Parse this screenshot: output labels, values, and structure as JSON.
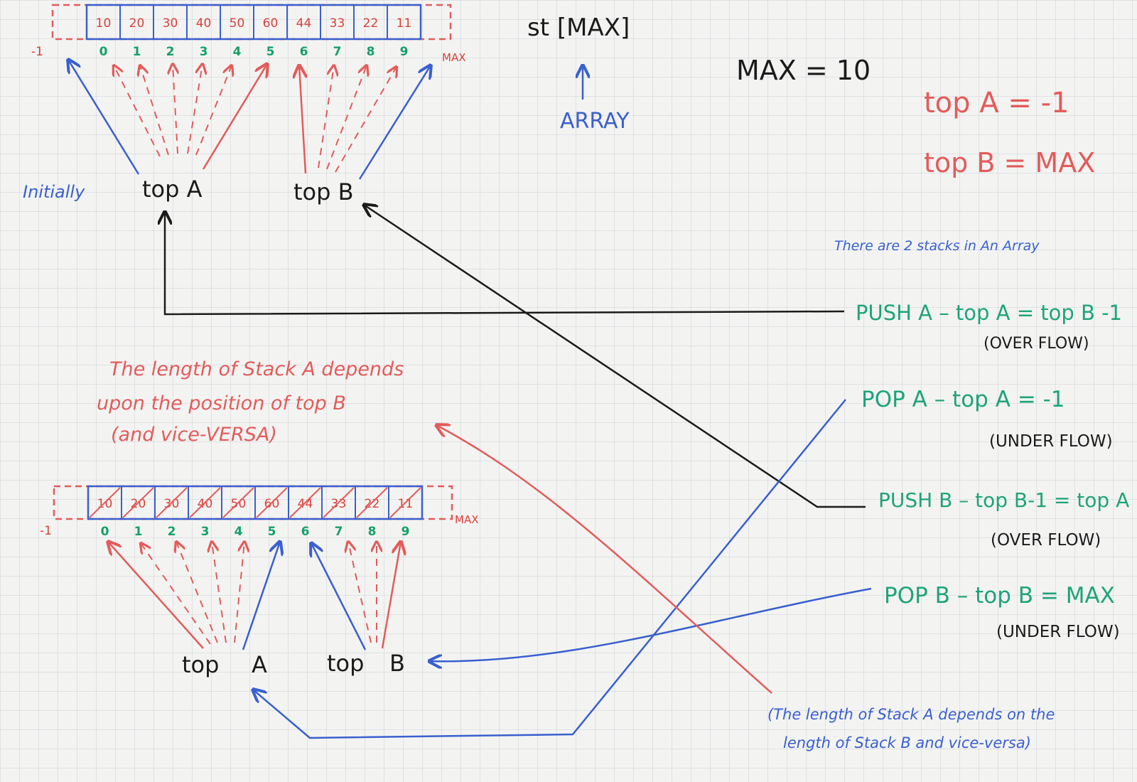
{
  "colors": {
    "red": "#e35b5b",
    "blue": "#3a5fcf",
    "green": "#1fa37a",
    "black": "#1b1b1b"
  },
  "top_array": {
    "values": [
      "10",
      "20",
      "30",
      "40",
      "50",
      "60",
      "44",
      "33",
      "22",
      "11"
    ],
    "indices": [
      "0",
      "1",
      "2",
      "3",
      "4",
      "5",
      "6",
      "7",
      "8",
      "9"
    ],
    "left_label": "-1",
    "right_label": "MAX"
  },
  "bottom_array": {
    "values": [
      "10",
      "20",
      "30",
      "40",
      "50",
      "60",
      "44",
      "33",
      "22",
      "11"
    ],
    "indices": [
      "0",
      "1",
      "2",
      "3",
      "4",
      "5",
      "6",
      "7",
      "8",
      "9"
    ],
    "left_label": "-1",
    "right_label": "MAX"
  },
  "labels": {
    "initially": "Initially",
    "top_a": "top A",
    "top_b": "top B",
    "bottom_top_a": "top",
    "bottom_a": "A",
    "bottom_top_b": "top",
    "bottom_b": "B",
    "st_max": "st [MAX]",
    "array": "ARRAY",
    "max_eq": "MAX = 10",
    "top_a_init": "top A = -1",
    "top_b_init": "top B = MAX",
    "two_stacks": "There are 2 stacks in An Array"
  },
  "conditions": [
    {
      "text": "PUSH A – top A = top B -1",
      "sub": "(OVER FLOW)"
    },
    {
      "text": "POP A – top A = -1",
      "sub": "(UNDER FLOW)"
    },
    {
      "text": "PUSH B – top B-1 = top A",
      "sub": "(OVER FLOW)"
    },
    {
      "text": "POP B – top B = MAX",
      "sub": "(UNDER FLOW)"
    }
  ],
  "notes": {
    "red_note": [
      "The length of Stack A depends",
      "upon the position of top B",
      "(and vice-VERSA)"
    ],
    "blue_note": [
      "(The length of Stack A depends on the",
      "length of Stack B and vice-versa)"
    ]
  }
}
